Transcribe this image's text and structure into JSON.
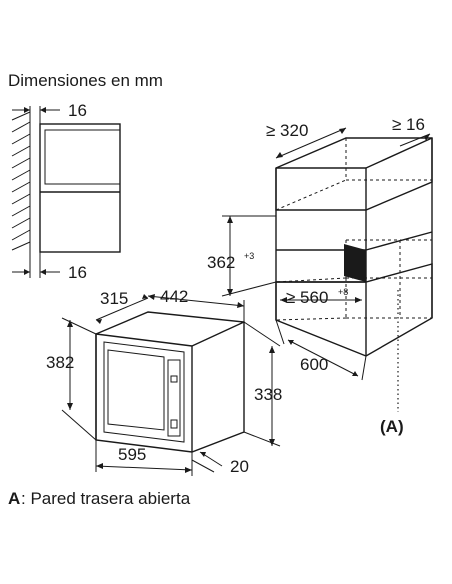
{
  "title": "Dimensiones en mm",
  "footnote": {
    "key": "A",
    "text": ": Pared trasera abierta"
  },
  "side_view": {
    "top_gap": "16",
    "bottom_gap": "16"
  },
  "cabinet": {
    "depth_min": "≥ 320",
    "back_gap": "≥ 16",
    "height": "362",
    "height_tol": "+3",
    "width_min": "≥ 560",
    "width_tol": "+8",
    "depth": "600",
    "rear_label": "(A)"
  },
  "appliance": {
    "depth": "315",
    "width_top": "442",
    "height_front": "382",
    "height_body": "338",
    "width_front": "595",
    "frame": "20"
  }
}
